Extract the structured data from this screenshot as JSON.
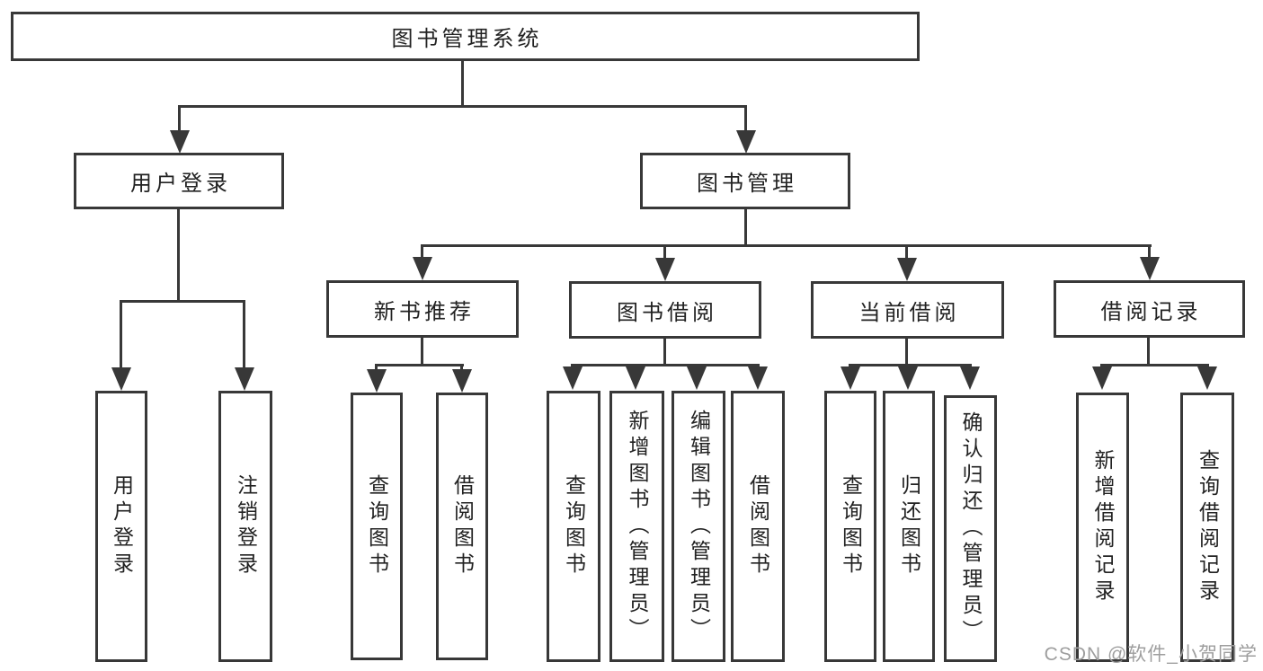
{
  "diagram": {
    "title": "图书管理系统",
    "colors": {
      "line": "#383838",
      "text": "#222222",
      "background": "#ffffff",
      "watermark_gray": "#9e9e9e"
    },
    "root": {
      "label": "图书管理系统"
    },
    "level2": {
      "user_login": {
        "label": "用户登录"
      },
      "book_mgmt": {
        "label": "图书管理"
      }
    },
    "level3": {
      "new_books": {
        "label": "新书推荐"
      },
      "book_borrow": {
        "label": "图书借阅"
      },
      "current_borrow": {
        "label": "当前借阅"
      },
      "borrow_records": {
        "label": "借阅记录"
      }
    },
    "leaves": {
      "user_login": "用户登录",
      "logout": "注销登录",
      "nb_query_books": "查询图书",
      "nb_borrow_books": "借阅图书",
      "bb_query_books": "查询图书",
      "bb_add_books_admin": "新增图书（管理员）",
      "bb_edit_books_admin": "编辑图书（管理员）",
      "bb_borrow_books": "借阅图书",
      "cb_query_books": "查询图书",
      "cb_return_books": "归还图书",
      "cb_confirm_return_admin": "确认归还（管理员）",
      "br_add_record": "新增借阅记录",
      "br_query_record": "查询借阅记录"
    },
    "watermark": "CSDN @软件_小贺同学"
  }
}
